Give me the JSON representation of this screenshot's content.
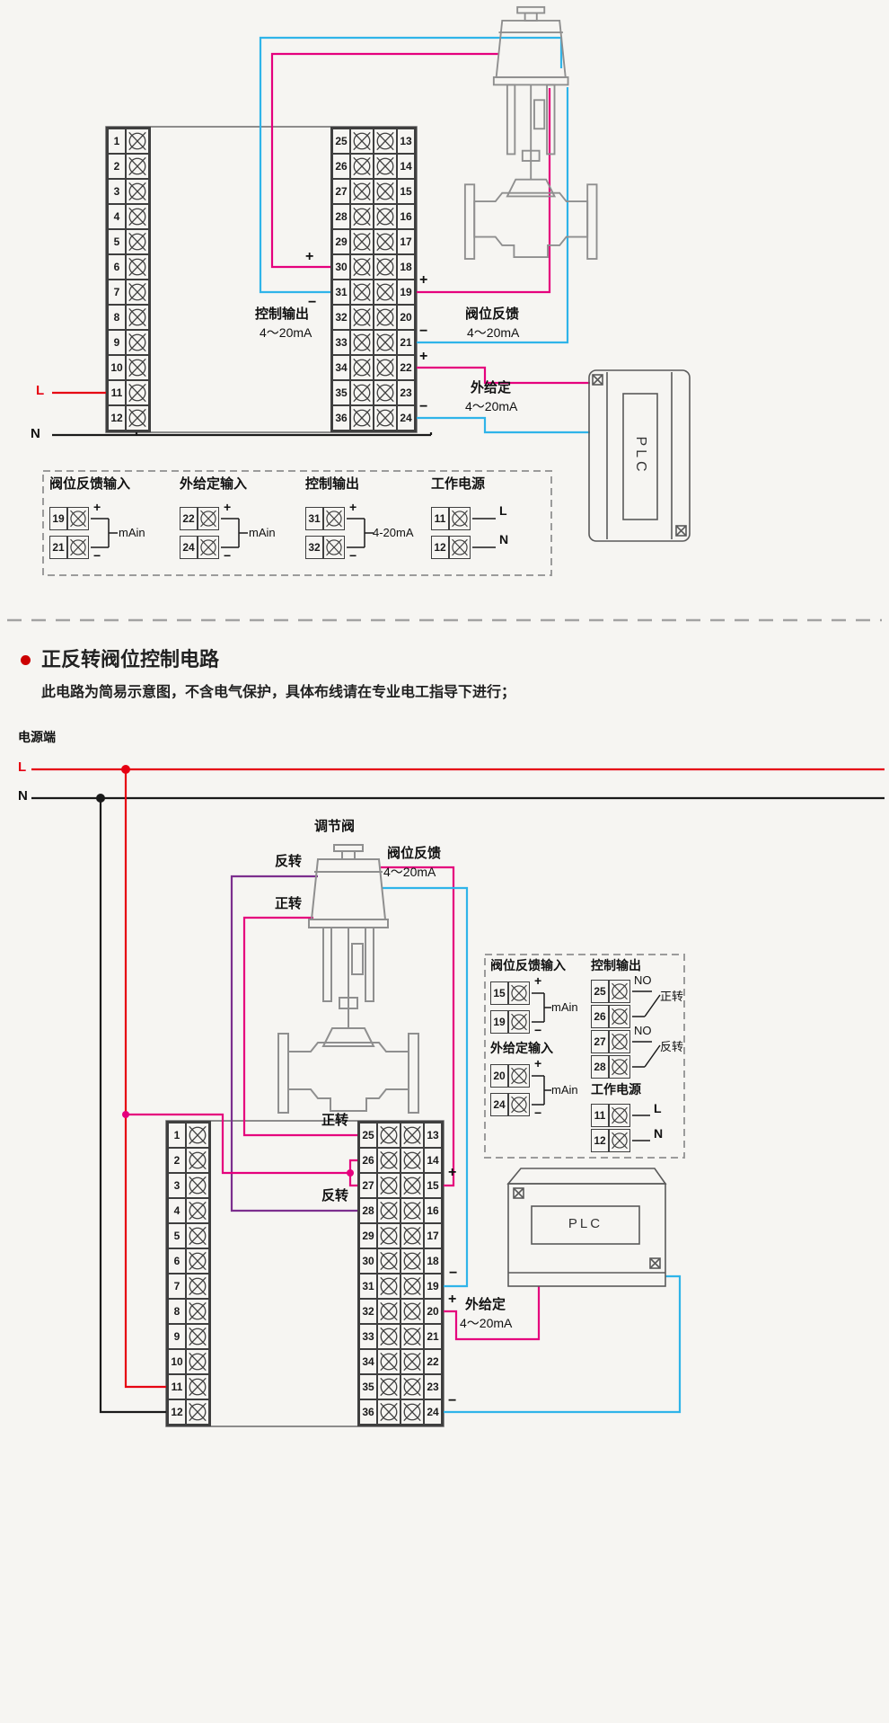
{
  "colors": {
    "magenta": "#e5007d",
    "blue": "#2fb4e9",
    "purple": "#7c2f8e",
    "red": "#e60012",
    "black": "#1a1a1a",
    "gray": "#8f8f8f",
    "bullet": "#cc0000"
  },
  "signs": {
    "plus": "+",
    "minus": "−"
  },
  "diagram1": {
    "left_block": [
      "1",
      "2",
      "3",
      "4",
      "5",
      "6",
      "7",
      "8",
      "9",
      "10",
      "11",
      "12"
    ],
    "mid_block_left": [
      "25",
      "26",
      "27",
      "28",
      "29",
      "30",
      "31",
      "32",
      "33",
      "34",
      "35",
      "36"
    ],
    "mid_block_right": [
      "13",
      "14",
      "15",
      "16",
      "17",
      "18",
      "19",
      "20",
      "21",
      "22",
      "23",
      "24"
    ],
    "labels": {
      "control_output": "控制输出",
      "control_output_range": "4～20mA",
      "valve_feedback": "阀位反馈",
      "valve_feedback_range": "4～20mA",
      "external_setpoint": "外给定",
      "external_setpoint_range": "4～20mA",
      "live": "L",
      "neutral": "N",
      "plc": "PLC"
    },
    "legend": {
      "groups": [
        {
          "title": "阀位反馈输入",
          "rows": [
            {
              "num": "19",
              "sign": "+"
            },
            {
              "num": "21",
              "sign": "−"
            }
          ],
          "label": "mAin"
        },
        {
          "title": "外给定输入",
          "rows": [
            {
              "num": "22",
              "sign": "+"
            },
            {
              "num": "24",
              "sign": "−"
            }
          ],
          "label": "mAin"
        },
        {
          "title": "控制输出",
          "rows": [
            {
              "num": "31",
              "sign": "+"
            },
            {
              "num": "32",
              "sign": "−"
            }
          ],
          "label": "4-20mA"
        },
        {
          "title": "工作电源",
          "rows": [
            {
              "num": "11",
              "sign": "L"
            },
            {
              "num": "12",
              "sign": "N"
            }
          ],
          "label": ""
        }
      ]
    }
  },
  "section2": {
    "title": "正反转阀位控制电路",
    "subtitle": "此电路为简易示意图，不含电气保护，具体布线请在专业电工指导下进行；",
    "power_side": "电源端",
    "live": "L",
    "neutral": "N",
    "valve": "调节阀",
    "reverse": "反转",
    "forward": "正转",
    "valve_feedback": "阀位反馈",
    "valve_feedback_range": "4～20mA",
    "external_setpoint": "外给定",
    "external_setpoint_range": "4～20mA",
    "plc": "PLC"
  },
  "diagram2": {
    "left_block": [
      "1",
      "2",
      "3",
      "4",
      "5",
      "6",
      "7",
      "8",
      "9",
      "10",
      "11",
      "12"
    ],
    "mid_block_left": [
      "25",
      "26",
      "27",
      "28",
      "29",
      "30",
      "31",
      "32",
      "33",
      "34",
      "35",
      "36"
    ],
    "mid_block_right": [
      "13",
      "14",
      "15",
      "16",
      "17",
      "18",
      "19",
      "20",
      "21",
      "22",
      "23",
      "24"
    ],
    "legend": {
      "feedback_group": {
        "title": "阀位反馈输入",
        "rows": [
          {
            "num": "15",
            "sign": "+"
          },
          {
            "num": "19",
            "sign": "−"
          }
        ],
        "label": "mAin"
      },
      "setpoint_group": {
        "title": "外给定输入",
        "rows": [
          {
            "num": "20",
            "sign": "+"
          },
          {
            "num": "24",
            "sign": "−"
          }
        ],
        "label": "mAin"
      },
      "output_group": {
        "title": "控制输出",
        "pairs": [
          {
            "a": "25",
            "b": "26",
            "contact": "NO",
            "dir": "正转"
          },
          {
            "a": "27",
            "b": "28",
            "contact": "NO",
            "dir": "反转"
          }
        ]
      },
      "power_group": {
        "title": "工作电源",
        "rows": [
          {
            "num": "11",
            "sign": "L"
          },
          {
            "num": "12",
            "sign": "N"
          }
        ]
      }
    }
  }
}
